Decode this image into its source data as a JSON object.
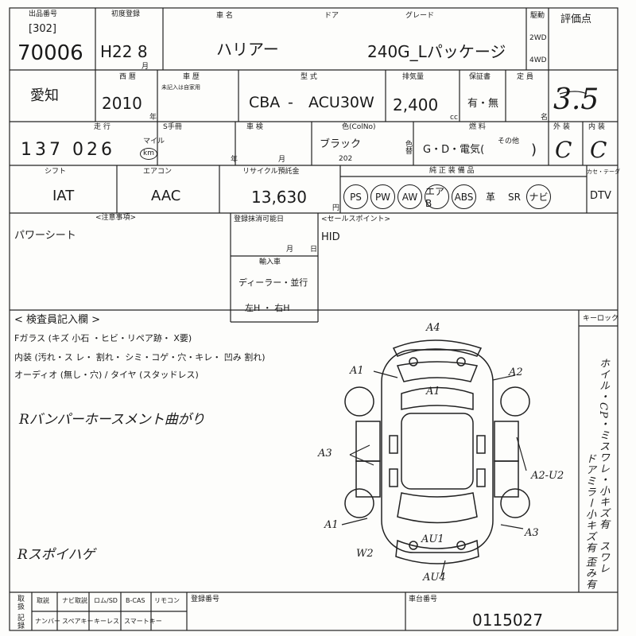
{
  "header": {
    "lot_bracket": "[302]",
    "lot_number": "70006",
    "first_reg_label": "初度登録",
    "first_reg": "H22 8",
    "year_suffix": "年",
    "month_suffix": "月",
    "car_name_label": "車 名",
    "car_name": "ハリアー",
    "door_label": "ドア",
    "grade_label": "グレード",
    "grade": "240G_Lパッケージ",
    "drive_label": "駆動",
    "drive_2wd": "2WD",
    "drive_4wd": "4WD",
    "score_label": "評価点",
    "score": "3.5"
  },
  "row2": {
    "region": "愛知",
    "year_label": "西 暦",
    "year": "2010",
    "history_label": "車 歴",
    "history_sub": "未記入は自家用",
    "model_label": "型 式",
    "model_prefix": "CBA",
    "model_dash": "-",
    "model_code": "ACU30W",
    "displacement_label": "排気量",
    "displacement": "2,400",
    "cc": "cc",
    "warranty_label": "保証書",
    "warranty": "有・無",
    "capacity_label": "定 員",
    "capacity_suffix": "名"
  },
  "row3": {
    "mileage_label": "走 行",
    "mileage": "137 026",
    "km": "km",
    "miles": "マイル",
    "meter_label": "S手冊",
    "inspection_label": "車 検",
    "color_label": "色(ColNo)",
    "color": "ブラック",
    "color_code": "202",
    "color_change": "色替",
    "fuel_label": "燃 料",
    "fuel": "G・D・電気(",
    "fuel_other": "その他",
    "fuel_close": ")",
    "exterior_label": "外 装",
    "exterior": "C",
    "interior_label": "内 装",
    "interior": "C"
  },
  "row4": {
    "shift_label": "シフト",
    "shift": "IAT",
    "ac_label": "エアコン",
    "ac": "AAC",
    "recycle_label": "リサイクル預託金",
    "recycle": "13,630",
    "yen": "円",
    "equip_label": "純 正 装 備 品",
    "cassette_label": "カセ・テーダ",
    "equip": [
      "PS",
      "PW",
      "AW",
      "エアB",
      "ABS",
      "革",
      "SR",
      "ナビ"
    ],
    "equip_circled": [
      true,
      true,
      true,
      true,
      true,
      false,
      false,
      true
    ],
    "dtv": "DTV"
  },
  "notes": {
    "caution_label": "<注意事項>",
    "caution": "パワーシート",
    "cancel_label": "登録抹消可能日",
    "month": "月",
    "day": "日",
    "import_label": "輸入車",
    "import_dealer": "ディーラー・並行",
    "handle": "左H ・ 右H",
    "sales_label": "<セールスポイント>",
    "sales": "HID"
  },
  "inspector": {
    "label": "< 検査員記入欄 >",
    "keylock": "キーロック",
    "line1": "Fガラス (キズ 小石 ・ヒビ・リペア跡・ X要)",
    "line2": "内装 (汚れ・ス レ・ 割れ・ シミ・コゲ・穴・キレ・ 凹み 割れ)",
    "line3": "オーディオ (無し・穴) / タイヤ (スタッドレス)",
    "note1": "Rバンパーホースメント曲がり",
    "note2": "Rスポイハゲ",
    "right_notes": "ホイル・CP・ミスワレ・小キズ有",
    "right_notes2": "ドアミラー小キズ有",
    "right_notes3": "スワレ",
    "right_notes4": "歪み有"
  },
  "diagram": {
    "marks": [
      "A4",
      "A1",
      "A2",
      "A1",
      "A3",
      "A2-U2",
      "A1",
      "A3",
      "AU1",
      "W2",
      "AU4"
    ]
  },
  "footer": {
    "col1": "取扱",
    "col2": "記録",
    "cols_top": [
      "取説",
      "ナビ取説",
      "ロム/SD",
      "B-CAS",
      "リモコン"
    ],
    "cols_bottom": [
      "ナンバー",
      "スペアキー",
      "キーレス",
      "スマートキー"
    ],
    "reg_label": "登録番号",
    "vin_label": "車台番号",
    "vin": "0115027"
  }
}
